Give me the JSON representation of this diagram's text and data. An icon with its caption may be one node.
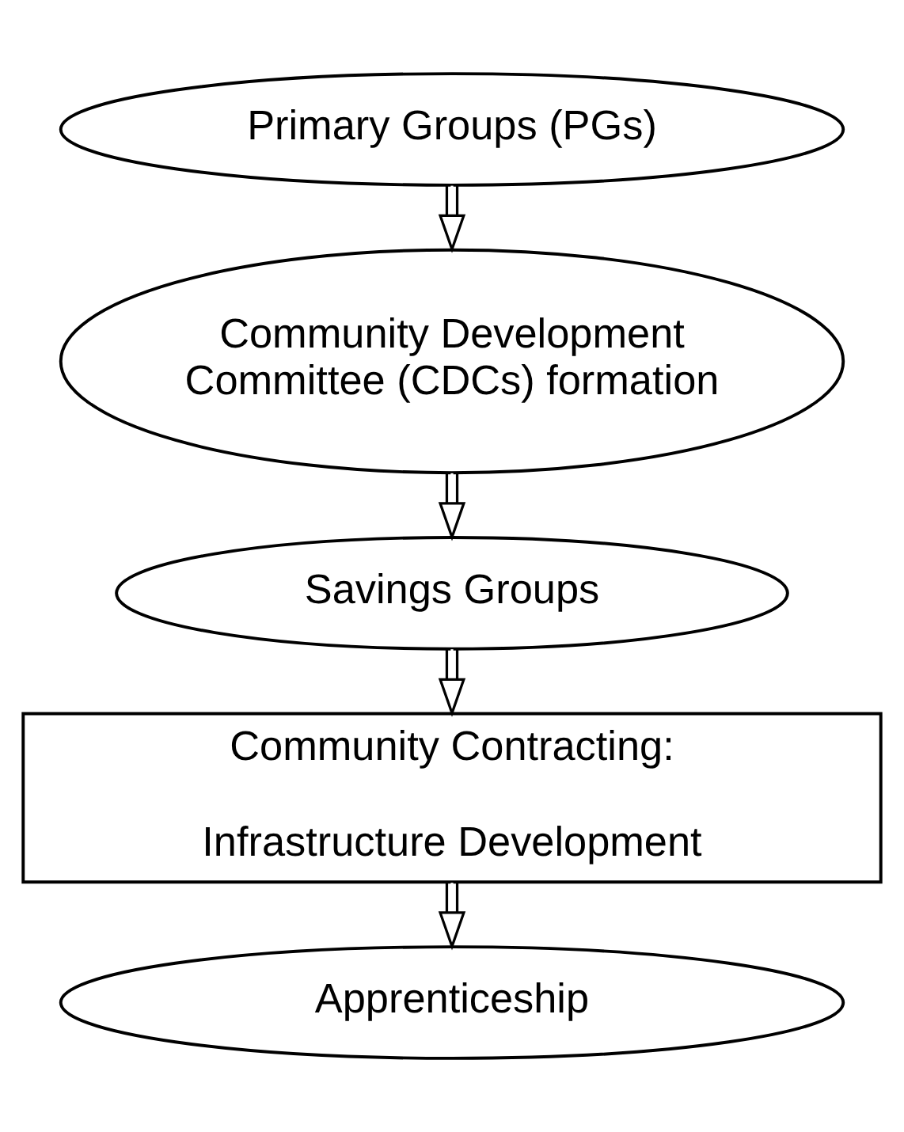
{
  "diagram": {
    "nodes": [
      {
        "text": [
          "Primary Groups (PGs)"
        ]
      },
      {
        "text": [
          "Community Development Committee (CDCs) formation"
        ]
      },
      {
        "text": [
          "Savings Groups"
        ]
      },
      {
        "text": [
          "Community Contracting:",
          "Infrastructure Development"
        ]
      },
      {
        "text": [
          "Apprenticeship"
        ]
      }
    ],
    "edges": [
      {
        "from": 0,
        "to": 1,
        "arrow": "to"
      },
      {
        "from": 1,
        "to": 2,
        "arrow": "to"
      },
      {
        "from": 2,
        "to": 3,
        "arrow": "to"
      },
      {
        "from": 3,
        "to": 4,
        "arrow": "to"
      }
    ]
  }
}
